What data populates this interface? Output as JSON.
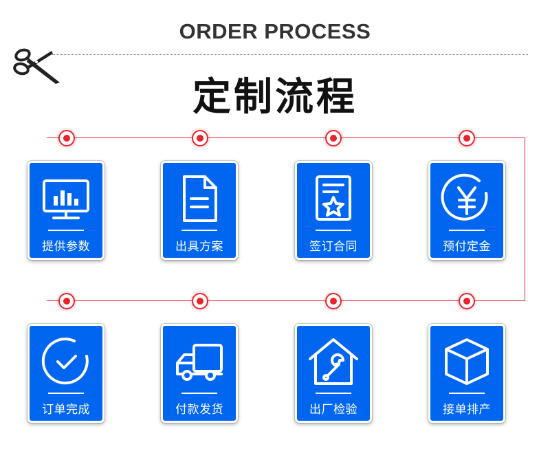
{
  "header": {
    "title_en": "ORDER PROCESS",
    "title_cn": "定制流程"
  },
  "colors": {
    "card_blue": "#0066f0",
    "flow_red": "#e8232b",
    "title_dark": "#333333"
  },
  "steps": [
    {
      "label": "提供参数",
      "icon": "monitor-chart-icon"
    },
    {
      "label": "出具方案",
      "icon": "document-icon"
    },
    {
      "label": "签订合同",
      "icon": "contract-star-icon"
    },
    {
      "label": "预付定金",
      "icon": "yen-coin-icon"
    },
    {
      "label": "订单完成",
      "icon": "check-circle-icon"
    },
    {
      "label": "付款发货",
      "icon": "delivery-truck-icon"
    },
    {
      "label": "出厂检验",
      "icon": "house-wrench-icon"
    },
    {
      "label": "接单排产",
      "icon": "cube-box-icon"
    }
  ]
}
